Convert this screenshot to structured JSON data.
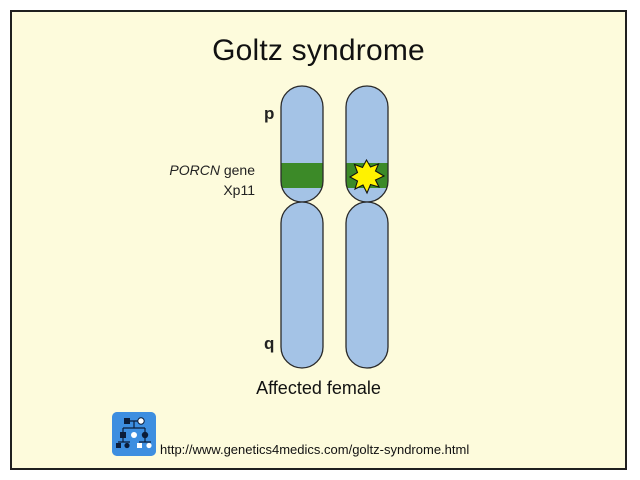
{
  "slide": {
    "title": "Goltz syndrome",
    "p_arm_label": "p",
    "q_arm_label": "q",
    "gene_name": "PORCN",
    "gene_word": " gene",
    "gene_locus": "Xp11",
    "caption": "Affected female",
    "url": "http://www.genetics4medics.com/goltz-syndrome.html"
  },
  "colors": {
    "background": "#fdfbdc",
    "chromosome": "#a4c3e6",
    "gene_band": "#3c8a28",
    "mutation_burst": "#fff200"
  },
  "icons": {
    "logo": "pedigree-logo-icon",
    "mutation": "mutation-burst-icon"
  }
}
